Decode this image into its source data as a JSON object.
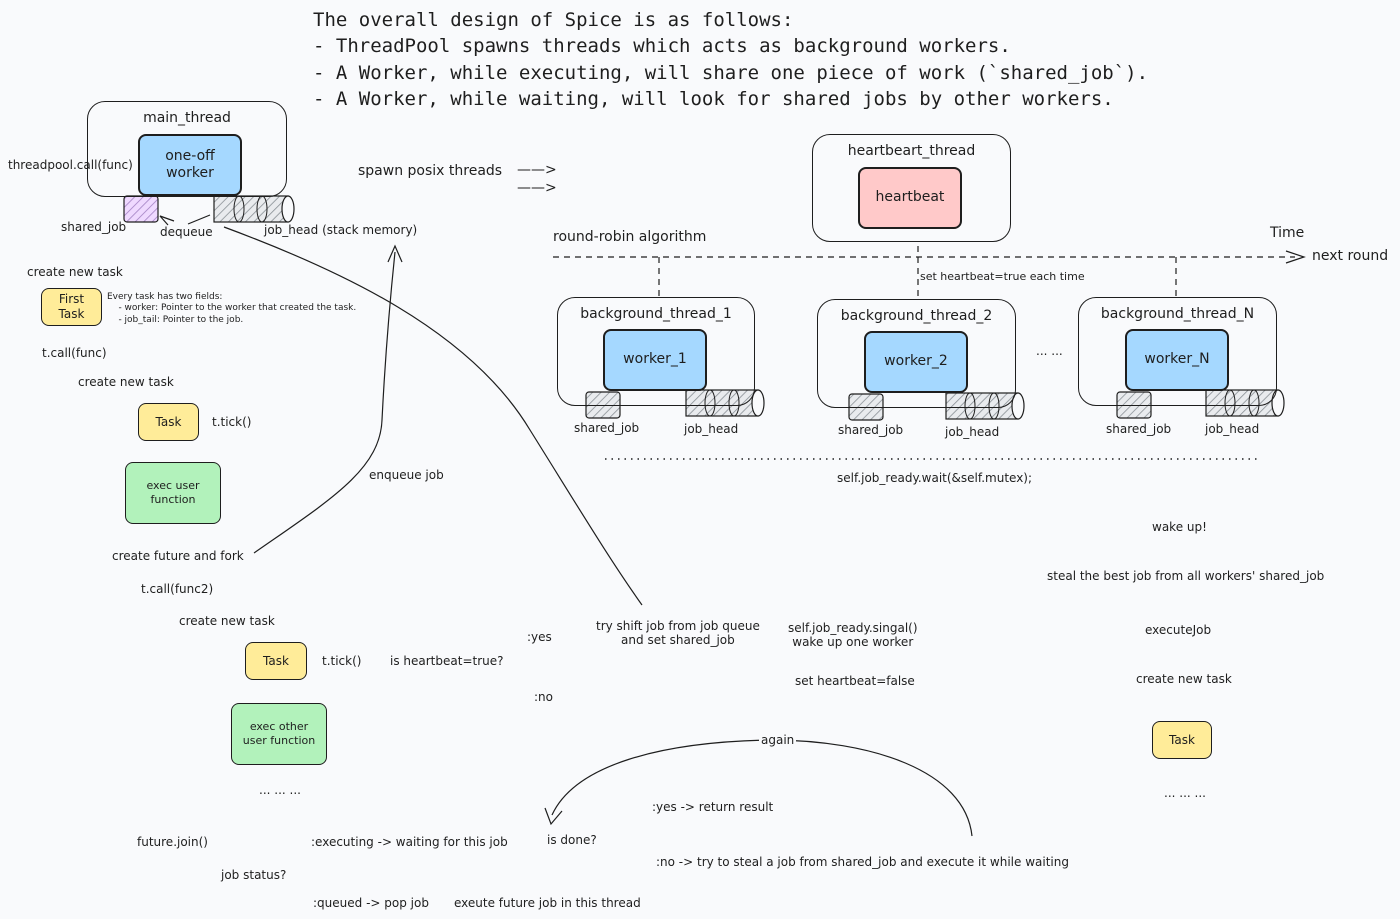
{
  "intro": {
    "line1": "The overall design of Spice is as follows:",
    "line2": "- ThreadPool spawns threads which acts as background workers.",
    "line3": "- A Worker, while executing, will share one piece of work (`shared_job`).",
    "line4": "- A Worker, while waiting, will look for shared jobs by other workers."
  },
  "main_thread": {
    "title": "main_thread",
    "worker": "one-off\nworker",
    "call_label": "threadpool.call(func)",
    "shared_job": "shared_job",
    "dequeue": "dequeue",
    "job_head": "job_head (stack memory)"
  },
  "spawn_label": "spawn posix threads",
  "arrow_glyph": "——>",
  "heartbeat": {
    "title": "heartbeart_thread",
    "box": "heartbeat"
  },
  "timeline": {
    "algorithm": "round-robin algorithm",
    "time": "Time",
    "next_round": "next round",
    "set_heartbeat": "set heartbeat=true each time"
  },
  "background_threads": [
    {
      "title": "background_thread_1",
      "worker": "worker_1",
      "shared_job": "shared_job",
      "job_head": "job_head"
    },
    {
      "title": "background_thread_2",
      "worker": "worker_2",
      "shared_job": "shared_job",
      "job_head": "job_head"
    },
    {
      "title": "background_thread_N",
      "worker": "worker_N",
      "shared_job": "shared_job",
      "job_head": "job_head"
    }
  ],
  "between_dots": "... ...",
  "worker_flow": {
    "wait": "self.job_ready.wait(&self.mutex);",
    "wake": "wake up!",
    "steal": "steal the best job from all workers' shared_job",
    "execute": "executeJob",
    "create_task": "create new task",
    "task": "Task",
    "dots": "... ... ..."
  },
  "main_flow": {
    "create_task_1": "create new task",
    "first_task": "First\nTask",
    "fields_note": "Every task has two fields:\n    - worker: Pointer to the worker that created the task.\n    - job_tail: Pointer to the job.",
    "call_func": "t.call(func)",
    "create_task_2": "create new task",
    "task_1": "Task",
    "tick_1": "t.tick()",
    "exec_user": "exec user\nfunction",
    "enqueue": "enqueue job",
    "create_future": "create future and fork",
    "call_func2": "t.call(func2)",
    "create_task_3": "create new task",
    "task_2": "Task",
    "tick_2": "t.tick()",
    "is_heartbeat": "is heartbeat=true?",
    "yes": ":yes",
    "no": ":no",
    "try_shift": "try shift job from job queue\nand set shared_job",
    "signal": "self.job_ready.singal()\nwake up one worker",
    "set_false": "set heartbeat=false",
    "exec_other": "exec other\nuser function",
    "dots": "... ... ..."
  },
  "join_flow": {
    "join": "future.join()",
    "executing": ":executing -> waiting for this job",
    "is_done": "is done?",
    "again": "again",
    "yes_return": ":yes -> return result",
    "no_steal": ":no -> try to steal a job from shared_job and execute it while waiting",
    "job_status": "job status?",
    "queued": ":queued -> pop job",
    "execute_future": "exeute future job in this thread"
  },
  "colors": {
    "stroke": "#1e1e1e",
    "worker_fill": "#a5d8ff",
    "heartbeat_fill": "#ffc9c9",
    "task_fill": "#ffec99",
    "function_fill": "#b2f2bb",
    "shared_job_fill": "#e6ccff",
    "hatch": "#9aa0a6",
    "background": "#f9fafc"
  }
}
